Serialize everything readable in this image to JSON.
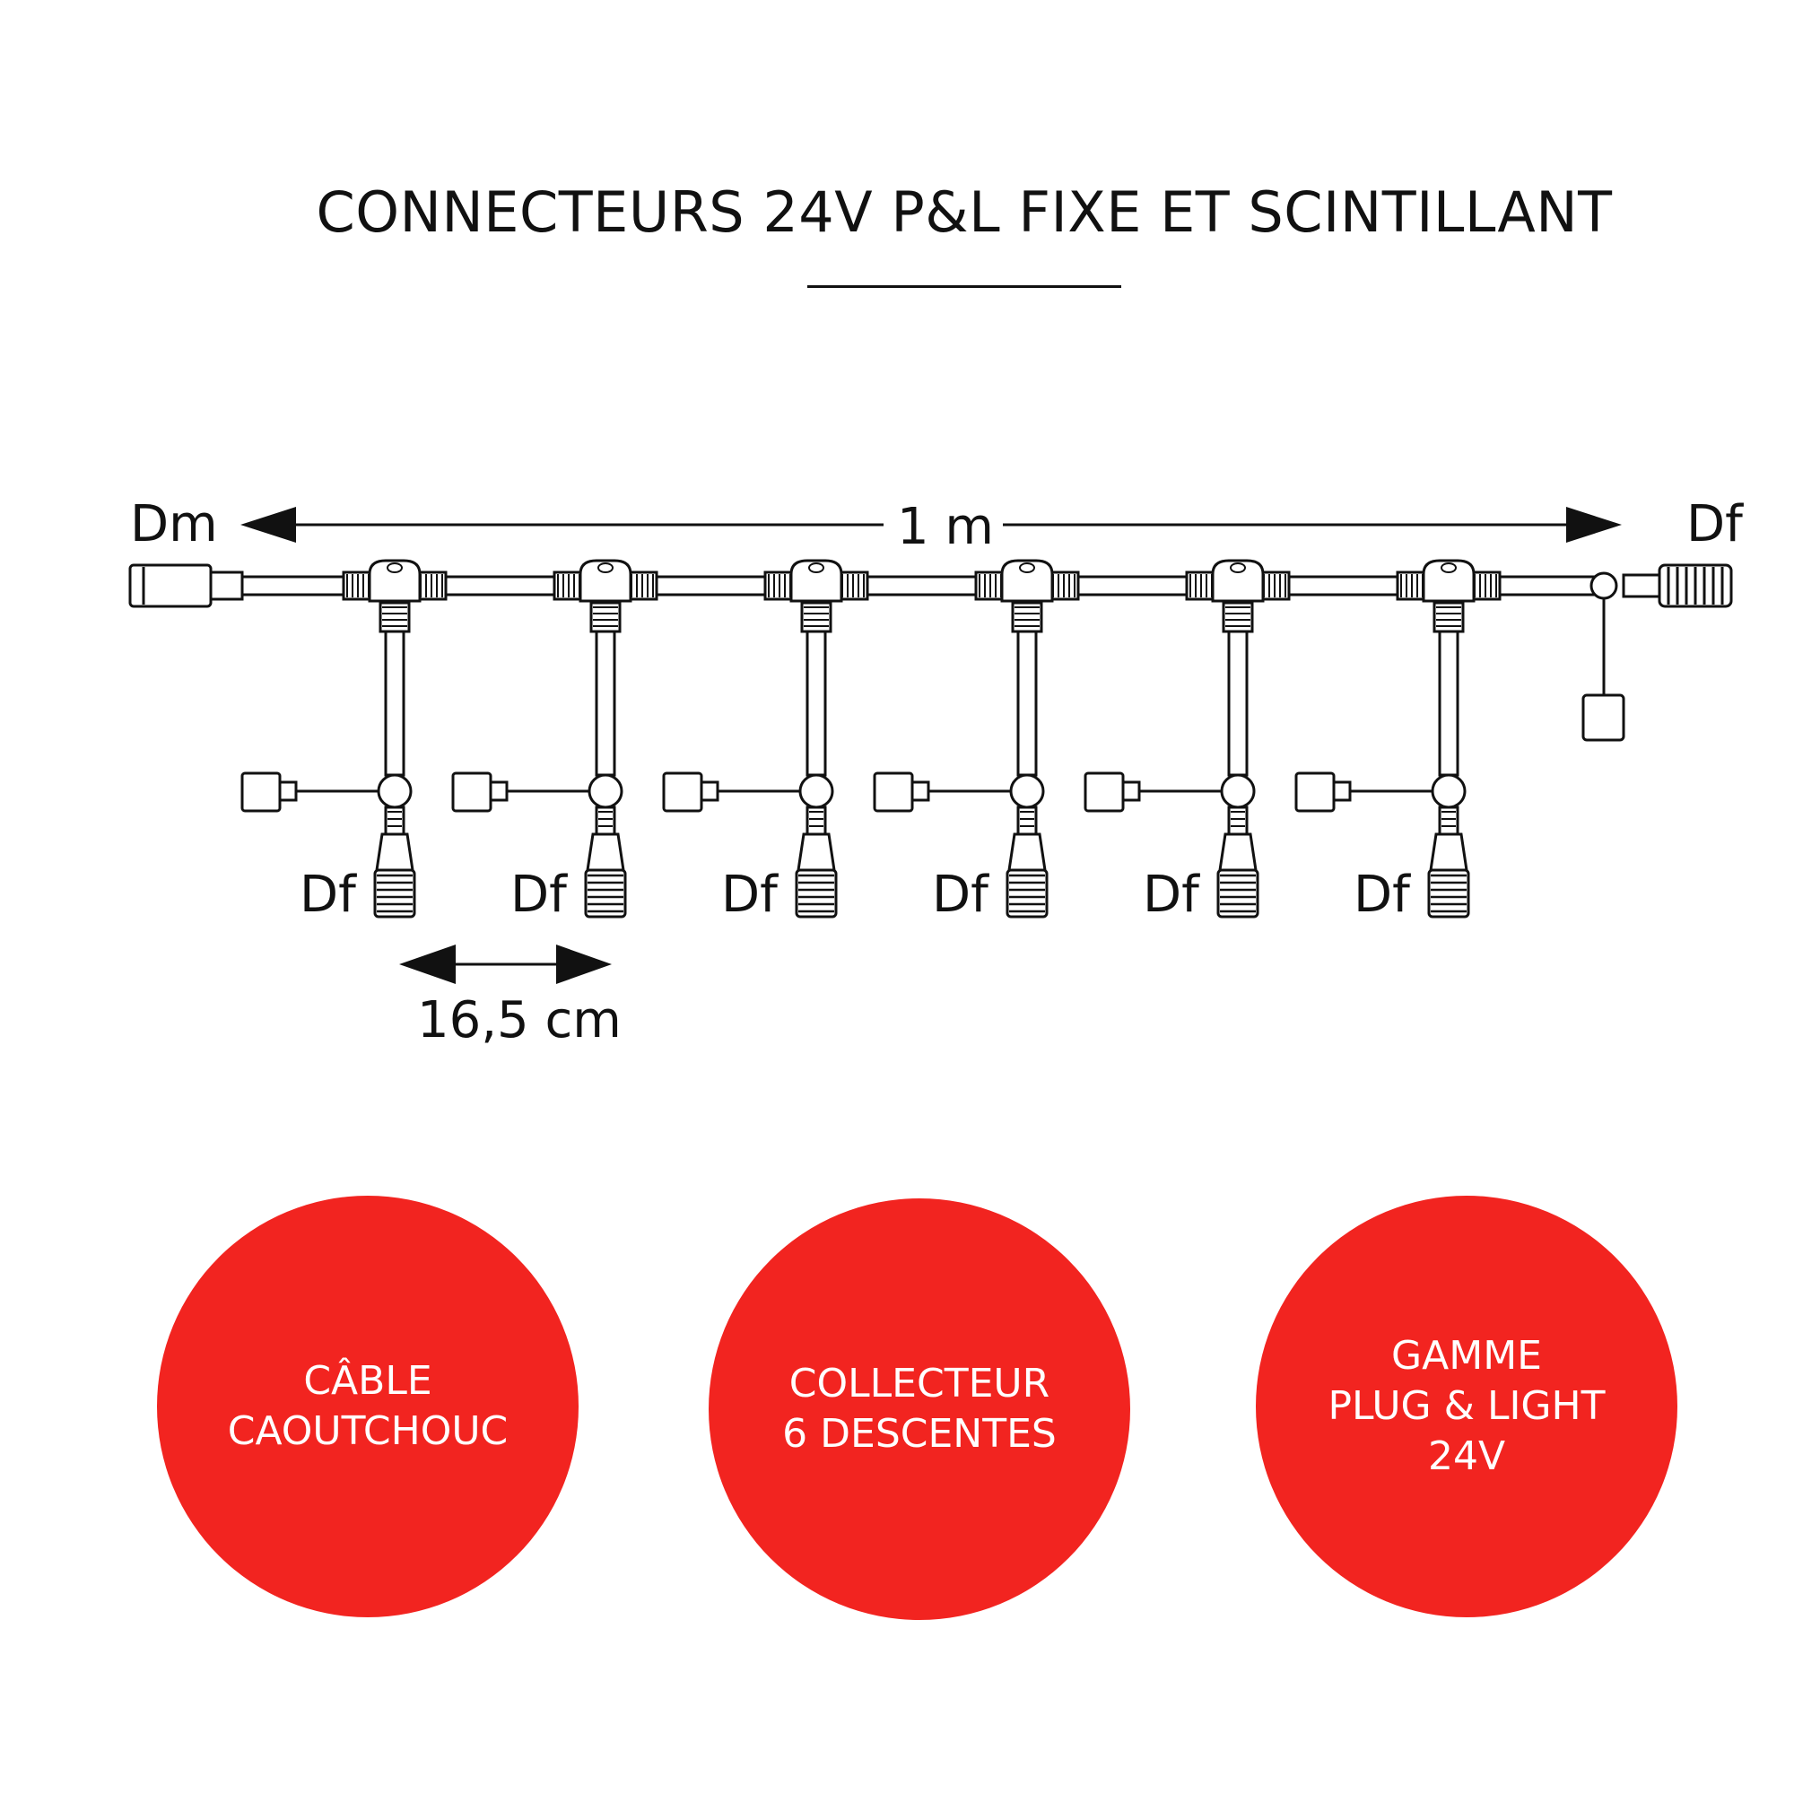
{
  "title": "CONNECTEURS 24V P&L FIXE ET SCINTILLANT",
  "labels": {
    "left_end": "Dm",
    "right_end": "Df",
    "length": "1 m",
    "drop_label": "Df",
    "spacing": "16,5 cm"
  },
  "diagram": {
    "drop_count": 6
  },
  "features": [
    {
      "lines": [
        "CÂBLE",
        "CAOUTCHOUC"
      ]
    },
    {
      "lines": [
        "COLLECTEUR",
        "6 DESCENTES"
      ]
    },
    {
      "lines": [
        "GAMME",
        "PLUG & LIGHT",
        "24V"
      ]
    }
  ],
  "colors": {
    "accent": "#f22420",
    "line": "#111111"
  }
}
